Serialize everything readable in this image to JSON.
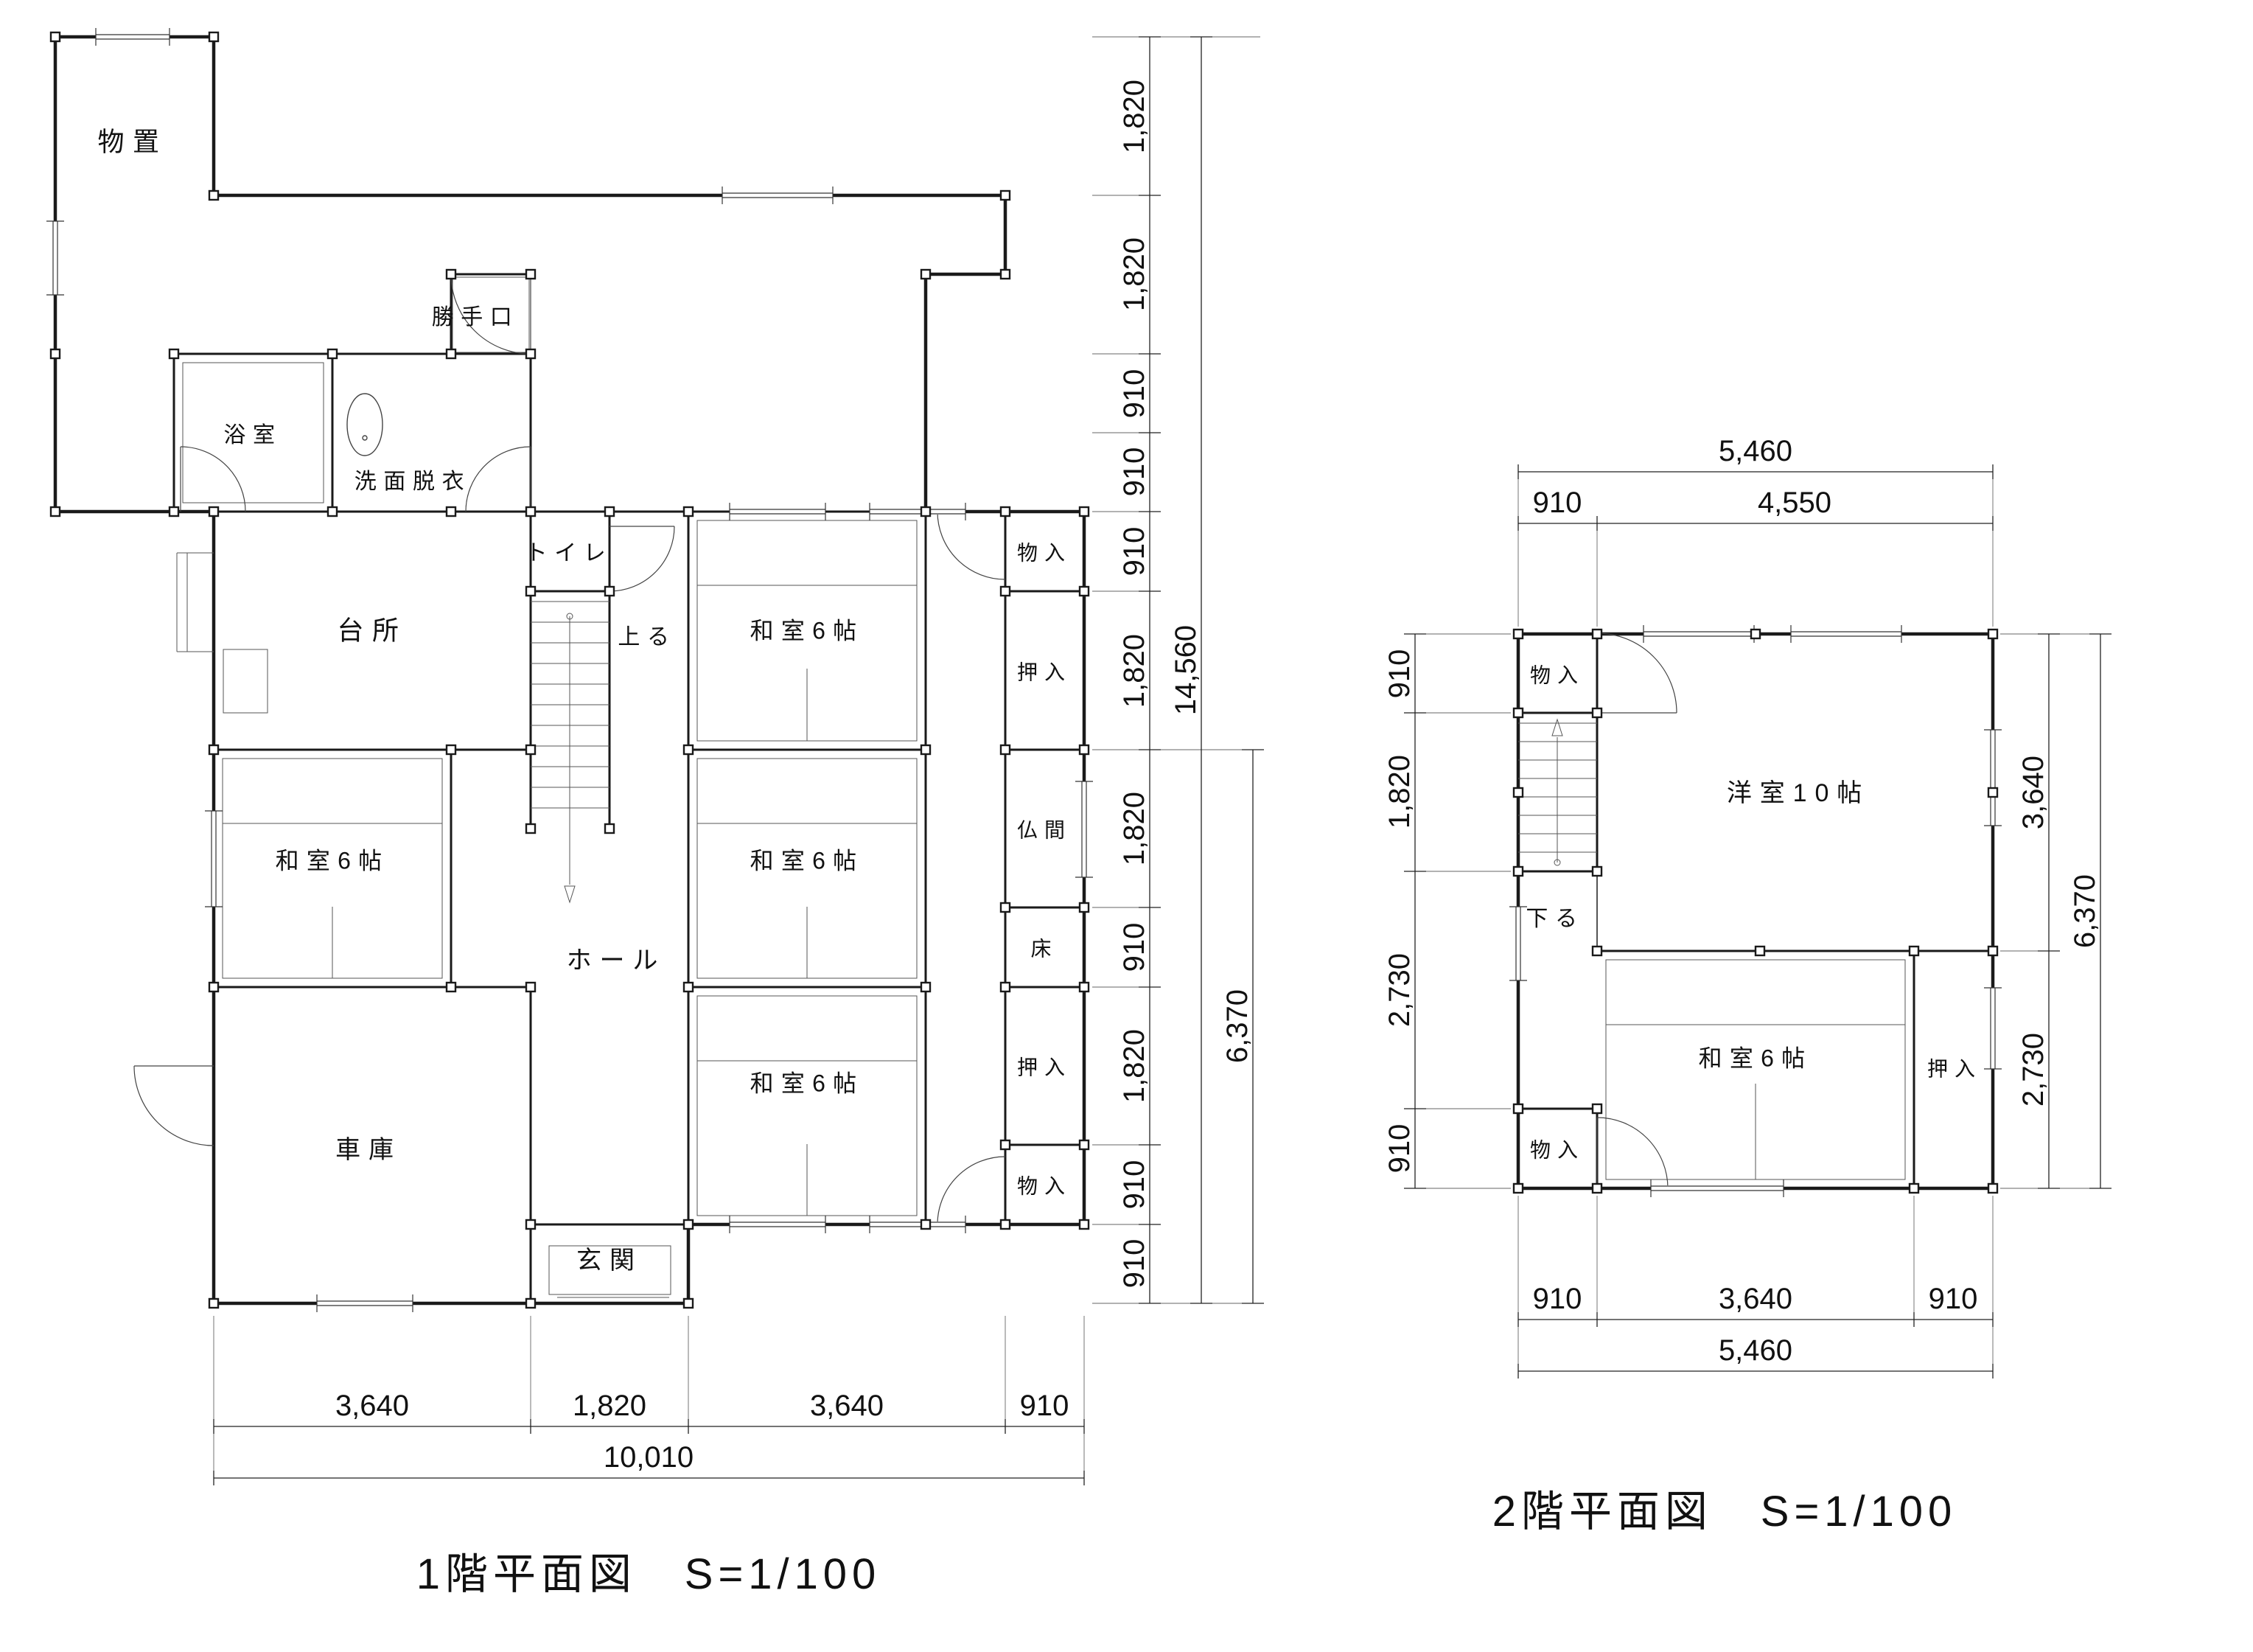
{
  "drawing": {
    "background": "#ffffff",
    "line_color": "#1a1a1a",
    "floor1": {
      "title": "1階平面図　S=1/100",
      "rooms": {
        "monooki": "物置",
        "yokushitsu": "浴室",
        "senmendatsui": "洗面脱衣",
        "katteguchi": "勝手口",
        "toire": "トイレ",
        "noboru": "上る",
        "daidokoro": "台所",
        "washitsu_a": "和室6帖",
        "washitsu_w": "和室6帖",
        "washitsu_b": "和室6帖",
        "washitsu_c": "和室6帖",
        "hooru": "ホール",
        "genkan": "玄関",
        "shako": "車庫",
        "monoire_ne": "物入",
        "oshiire_ne": "押入",
        "butsuma": "仏間",
        "toko": "床",
        "oshiire_se": "押入",
        "monoire_se": "物入"
      },
      "dims": {
        "bottom_row": [
          "3,640",
          "1,820",
          "3,640",
          "910"
        ],
        "bottom_total": "10,010",
        "side_segments": [
          "1,820",
          "1,820",
          "910",
          "910",
          "910",
          "1,820",
          "1,820",
          "910",
          "1,820",
          "910",
          "910"
        ],
        "side_total": "14,560",
        "side_partial": "6,370"
      }
    },
    "floor2": {
      "title": "2階平面図　S=1/100",
      "rooms": {
        "monoire_top": "物入",
        "yoshitsu": "洋室10帖",
        "kudaru": "下る",
        "washitsu": "和室6帖",
        "oshiire": "押入",
        "monoire_bottom": "物入"
      },
      "dims": {
        "top_total": "5,460",
        "top_row": [
          "910",
          "4,550"
        ],
        "left_segments": [
          "910",
          "1,820",
          "2,730",
          "910"
        ],
        "right_segments": [
          "3,640",
          "2,730"
        ],
        "right_total": "6,370",
        "bottom_row": [
          "910",
          "3,640",
          "910"
        ],
        "bottom_total": "5,460"
      }
    }
  }
}
